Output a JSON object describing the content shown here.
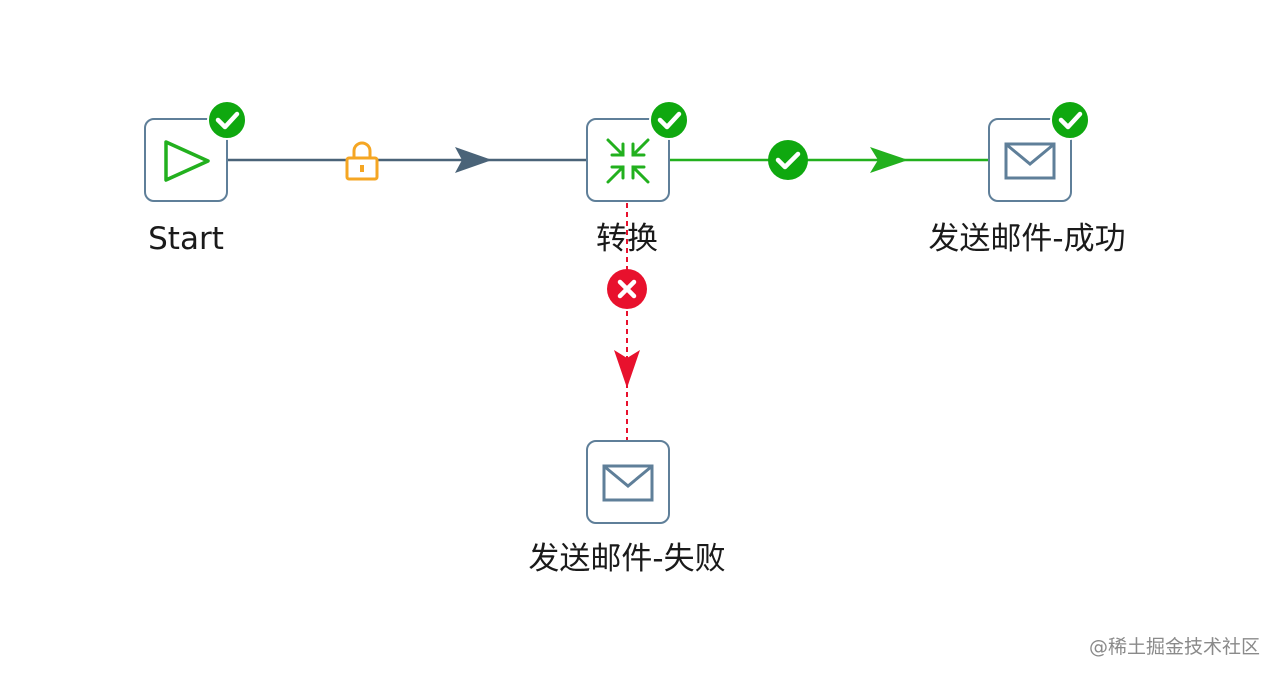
{
  "diagram": {
    "nodes": {
      "start": {
        "label": "Start",
        "icon": "play-icon",
        "status": "success"
      },
      "transform": {
        "label": "转换",
        "icon": "compress-arrows-icon",
        "status": "success"
      },
      "mail_success": {
        "label": "发送邮件-成功",
        "icon": "envelope-icon",
        "status": "success"
      },
      "mail_failure": {
        "label": "发送邮件-失败",
        "icon": "envelope-icon",
        "status": "none"
      }
    },
    "hops": [
      {
        "from": "Start",
        "to": "转换",
        "condition": "unconditional",
        "marker": "lock-icon",
        "color": "#4a6378"
      },
      {
        "from": "转换",
        "to": "发送邮件-成功",
        "condition": "on-success",
        "marker": "check-circle-icon",
        "color": "#22b01e"
      },
      {
        "from": "转换",
        "to": "发送邮件-失败",
        "condition": "on-failure",
        "marker": "x-circle-icon",
        "color": "#e8112d"
      }
    ],
    "colors": {
      "node_border": "#5f7f99",
      "success": "#0fa80f",
      "failure": "#e8112d",
      "lock": "#f5a623",
      "default_hop": "#4a6378"
    }
  },
  "watermark": "@稀土掘金技术社区"
}
